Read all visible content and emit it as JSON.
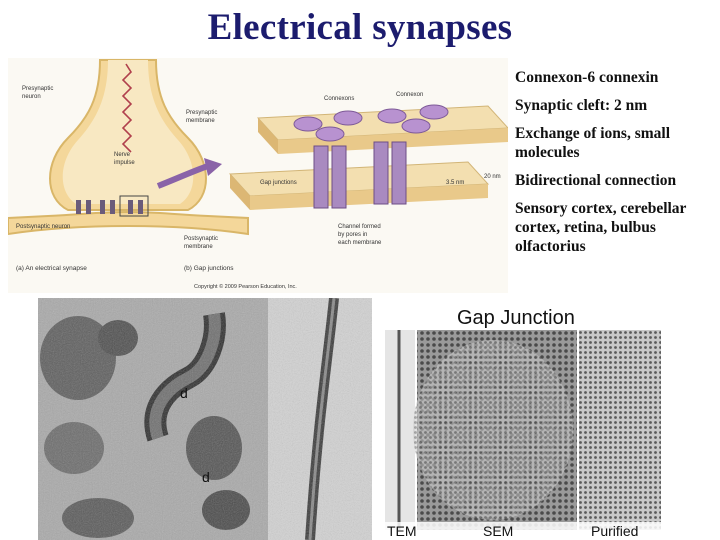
{
  "slide": {
    "title": "Electrical synapses",
    "bullets": [
      "Connexon-6 connexin",
      "Synaptic cleft: 2 nm",
      "Exchange of ions, small molecules",
      "Bidirectional connection",
      "Sensory cortex, cerebellar cortex, retina, bulbus olfactorius"
    ]
  },
  "diagram": {
    "labels": {
      "presynaptic_neuron": [
        "Presynaptic",
        "neuron"
      ],
      "nerve_impulse": [
        "Nerve",
        "impulse"
      ],
      "postsynaptic_neuron": "Postsynaptic neuron",
      "caption_a": "(a) An electrical synapse",
      "presynaptic_membrane": [
        "Presynaptic",
        "membrane"
      ],
      "connexons_top": "Connexons",
      "connexon": "Connexon",
      "gap_junctions": "Gap junctions",
      "dim_35": "3.5 nm",
      "dim_20": "20 nm",
      "postsynaptic_membrane": [
        "Postsynaptic",
        "membrane"
      ],
      "channel_formed": [
        "Channel formed",
        "by pores in",
        "each membrane"
      ],
      "caption_b": "(b) Gap junctions",
      "copyright": "Copyright © 2009 Pearson Education, Inc."
    }
  },
  "micrograph_left": {
    "labels": [
      "d",
      "d"
    ]
  },
  "micrograph_right": {
    "title": "Gap Junction",
    "labels": [
      "TEM",
      "SEM",
      "Purified"
    ]
  }
}
